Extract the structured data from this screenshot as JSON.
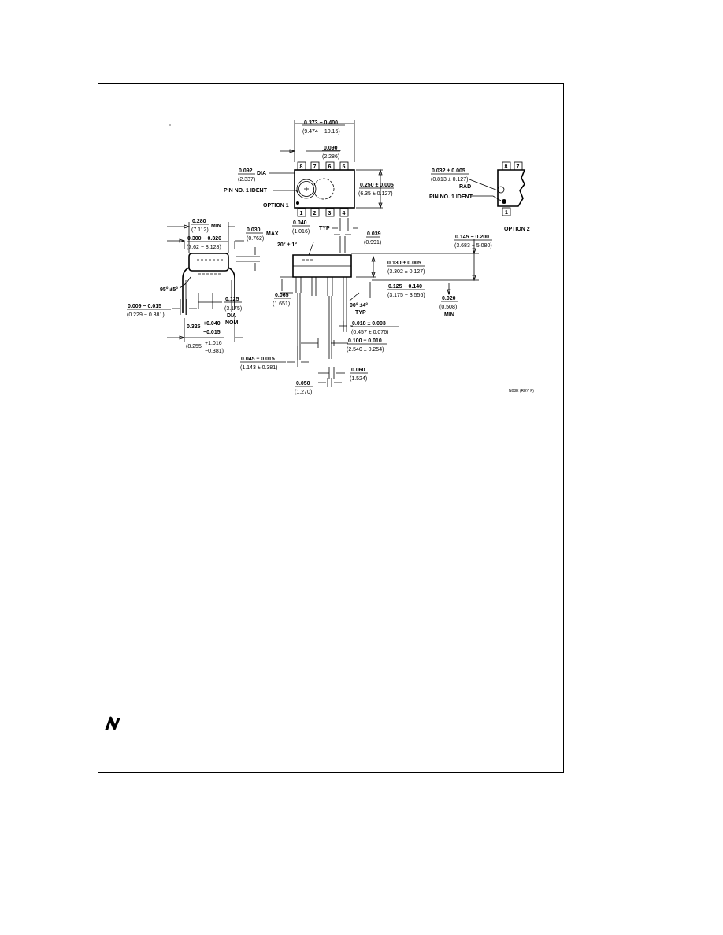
{
  "top_view": {
    "overall_length": "0.373 − 0.400",
    "overall_length_mm": "(9.474 − 10.16)",
    "pin_offset": "0.090",
    "pin_offset_mm": "(2.286)",
    "dia": "0.092",
    "dia_mm": "(2.337)",
    "dia_label": "DIA",
    "pin1_ident": "PIN NO. 1 IDENT",
    "option1": "OPTION 1",
    "width": "0.250 ± 0.005",
    "width_mm": "(6.35 ± 0.127)",
    "top_pins": [
      "8",
      "7",
      "6",
      "5"
    ],
    "bottom_pins": [
      "1",
      "2",
      "3",
      "4"
    ],
    "pin_width": "0.040",
    "pin_width_mm": "(1.016)",
    "typ": "TYP"
  },
  "option2": {
    "rad": "0.032 ± 0.005",
    "rad_mm": "(0.813 ± 0.127)",
    "rad_label": "RAD",
    "pin1_ident": "PIN NO. 1 IDENT",
    "label": "OPTION 2",
    "top_pins": [
      "8",
      "7"
    ],
    "bottom_pins": [
      "1"
    ]
  },
  "end_view": {
    "min_width": "0.280",
    "min_width_mm": "(7.112)",
    "min_label": "MIN",
    "max_label": "MAX",
    "max_dim": "0.030",
    "max_dim_mm": "(0.762)",
    "row_spacing": "0.300 − 0.320",
    "row_spacing_mm": "(7.62 − 8.128)",
    "angle": "95° ±5°",
    "lead_thk": "0.009 − 0.015",
    "lead_thk_mm": "(0.229 − 0.381)",
    "dia_nom": "0.125",
    "dia_nom_mm": "(3.175)",
    "dia_label": "DIA",
    "nom_label": "NOM",
    "lead_spread_a": "0.325",
    "lead_spread_plus": "+0.040",
    "lead_spread_minus": "−0.015",
    "lead_spread_mm_a": "(8.255",
    "lead_spread_mm_plus": "+1.016",
    "lead_spread_mm_minus": "−0.381)"
  },
  "side_view": {
    "angle": "20° ± 1°",
    "shoulder": "0.039",
    "shoulder_mm": "(0.991)",
    "seat_h": "0.145 − 0.200",
    "seat_h_mm": "(3.683 − 5.080)",
    "body_h": "0.130 ± 0.005",
    "body_h_mm": "(3.302 ± 0.127)",
    "lead_len": "0.125 − 0.140",
    "lead_len_mm": "(3.175 − 3.556)",
    "standoff": "0.065",
    "standoff_mm": "(1.651)",
    "lead_angle": "90° ±4°",
    "typ": "TYP",
    "min_seat": "0.020",
    "min_seat_mm": "(0.508)",
    "min_label": "MIN",
    "lead_w": "0.018 ± 0.003",
    "lead_w_mm": "(0.457 ± 0.076)",
    "pitch": "0.100 ± 0.010",
    "pitch_mm": "(2.540 ± 0.254)",
    "end_lead": "0.045 ± 0.015",
    "end_lead_mm": "(1.143 ± 0.381)",
    "shoulder_w": "0.060",
    "shoulder_w_mm": "(1.524)",
    "lead_gap": "0.050",
    "lead_gap_mm": "(1.270)"
  },
  "drawing_id": "N08E (REV F)",
  "logo_icon": "national-semiconductor-logo-icon"
}
